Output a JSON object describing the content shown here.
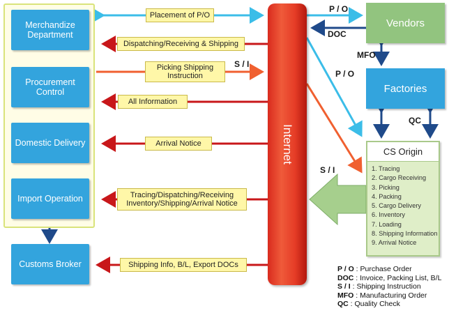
{
  "left_boxes": {
    "merchandize": "Merchandize Department",
    "procurement": "Procurement Control",
    "domestic": "Domestic Delivery",
    "import": "Import Operation",
    "customs": "Customs Broker"
  },
  "flow_labels": {
    "placement_po": "Placement of P/O",
    "dispatching": "Dispatching/Receiving & Shipping",
    "picking": "Picking Shipping Instruction",
    "all_info": "All Information",
    "arrival": "Arrival Notice",
    "tracing": "Tracing/Dispatching/Receiving Inventory/Shipping/Arrival Notice",
    "shipping_info": "Shipping Info, B/L, Export DOCs"
  },
  "tags": {
    "si_top": "S / I",
    "po_top": "P / O",
    "doc": "DOC",
    "mfo": "MFO",
    "po_mid": "P / O",
    "qc": "QC",
    "si_mid": "S / I"
  },
  "center": {
    "internet": "Internet"
  },
  "right_boxes": {
    "vendors": "Vendors",
    "factories": "Factories"
  },
  "cs_origin": {
    "title": "CS Origin",
    "items": [
      "1. Tracing",
      "2. Cargo Receiving",
      "3. Picking",
      "4. Packing",
      "5. Cargo Delivery",
      "6. Inventory",
      "7. Loading",
      "8. Shipping Information",
      "9. Arrival Notice"
    ]
  },
  "legend": [
    {
      "abbr": "P / O",
      "desc": ": Purchase Order"
    },
    {
      "abbr": "DOC",
      "desc": ": Invoice, Packing List, B/L"
    },
    {
      "abbr": "S / I",
      "desc": ": Shipping Instruction"
    },
    {
      "abbr": "MFO",
      "desc": ": Manufacturing Order"
    },
    {
      "abbr": "QC",
      "desc": ": Quality Check"
    }
  ],
  "colors": {
    "dept_blue": "#33a4dd",
    "vendor_green": "#92c47f",
    "internet_red": "#e53c26",
    "arrow_red": "#c8171a",
    "arrow_cyan": "#3bbde8",
    "arrow_orange": "#f06030",
    "label_yellow": "#fff7a8"
  }
}
